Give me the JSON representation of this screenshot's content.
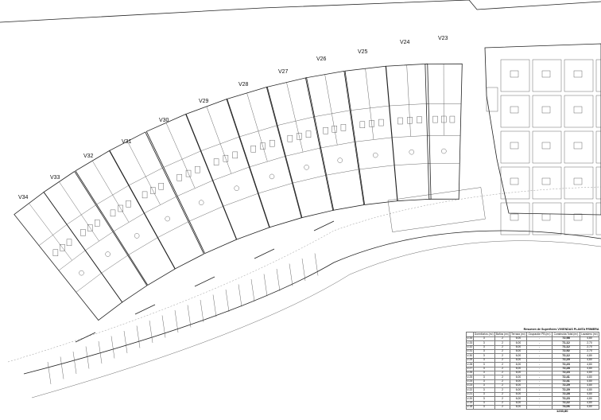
{
  "plan": {
    "unit_labels": [
      "V23",
      "V24",
      "V25",
      "V26",
      "V27",
      "V28",
      "V29",
      "V30",
      "V31",
      "V32",
      "V33",
      "V34"
    ]
  },
  "table": {
    "title": "Resumen de Superficies VIVIENDAS PLANTA PRIMERA",
    "headers": [
      "",
      "Dormitorios (m²)",
      "Baños (m²)",
      "Terraza (m²)",
      "Ocupación PB (m²)",
      "Construida Total (m²)",
      "Lavadero (m²)"
    ],
    "rows": [
      [
        "V-34",
        "3",
        "2",
        "6,00",
        "-",
        "72,98",
        "4,80"
      ],
      [
        "V-33",
        "3",
        "2",
        "6,00",
        "-",
        "71,12",
        "2,70"
      ],
      [
        "V-32",
        "3",
        "2",
        "6,00",
        "-",
        "71,12",
        "2,70"
      ],
      [
        "V-31",
        "3",
        "2",
        "6,00",
        "-",
        "72,92",
        "2,70"
      ],
      [
        "V-30",
        "3",
        "2",
        "6,00",
        "-",
        "72,12",
        "4,80"
      ],
      [
        "V-29",
        "3",
        "2",
        "6,00",
        "-",
        "72,29",
        "4,80"
      ],
      [
        "V-28",
        "3",
        "2",
        "6,00",
        "-",
        "72,23",
        "4,80"
      ],
      [
        "V-27",
        "3",
        "2",
        "6,00",
        "-",
        "72,28",
        "4,80"
      ],
      [
        "V-26",
        "3",
        "2",
        "6,00",
        "-",
        "72,23",
        "4,80"
      ],
      [
        "V-25",
        "3",
        "2",
        "6,00",
        "-",
        "72,41",
        "4,80"
      ],
      [
        "V-24",
        "3",
        "2",
        "6,00",
        "-",
        "72,41",
        "4,80"
      ],
      [
        "V-23",
        "3",
        "2",
        "6,00",
        "-",
        "72,29",
        "4,80"
      ],
      [
        "V-22",
        "3",
        "2",
        "6,00",
        "-",
        "72,29",
        "4,80"
      ],
      [
        "V-21",
        "3",
        "2",
        "6,00",
        "-",
        "72,28",
        "4,80"
      ],
      [
        "V-20",
        "3",
        "2",
        "6,00",
        "-",
        "72,23",
        "4,80"
      ],
      [
        "V-19",
        "3",
        "2",
        "6,00",
        "-",
        "72,22",
        "4,80"
      ],
      [
        "V-18",
        "3",
        "2",
        "6,00",
        "-",
        "74,06",
        "4,80"
      ]
    ],
    "total": "1233,80"
  }
}
